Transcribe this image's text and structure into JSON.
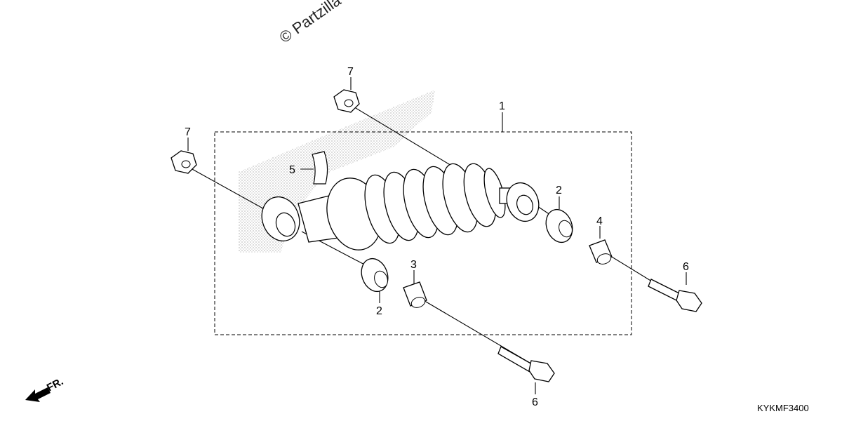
{
  "watermark": "© Partzilla",
  "diagram_code": "KYKMF3400",
  "direction_label": "FR.",
  "callouts": {
    "c1": "1",
    "c2a": "2",
    "c2b": "2",
    "c3": "3",
    "c4": "4",
    "c5": "5",
    "c6a": "6",
    "c6b": "6",
    "c7a": "7",
    "c7b": "7"
  }
}
